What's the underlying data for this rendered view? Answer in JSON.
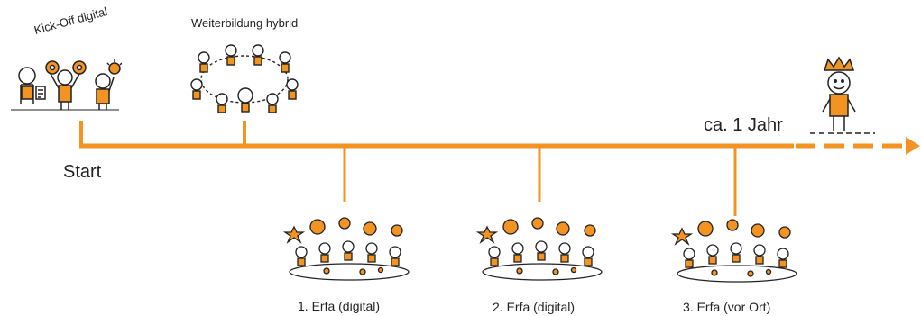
{
  "timeline": {
    "start_label": "Start",
    "end_label": "ca. 1 Jahr",
    "accent_color": "#f39322",
    "above_events": [
      {
        "label": "Kick-Off digital",
        "icon": "kickoff-illustration"
      },
      {
        "label": "Weiterbildung hybrid",
        "icon": "group-circle-illustration"
      }
    ],
    "below_events": [
      {
        "label": "1. Erfa (digital)",
        "icon": "meeting-table-illustration"
      },
      {
        "label": "2. Erfa (digital)",
        "icon": "meeting-table-illustration"
      },
      {
        "label": "3. Erfa (vor Ort)",
        "icon": "meeting-table-illustration"
      }
    ],
    "goal_icon": "crowned-figure-illustration"
  }
}
